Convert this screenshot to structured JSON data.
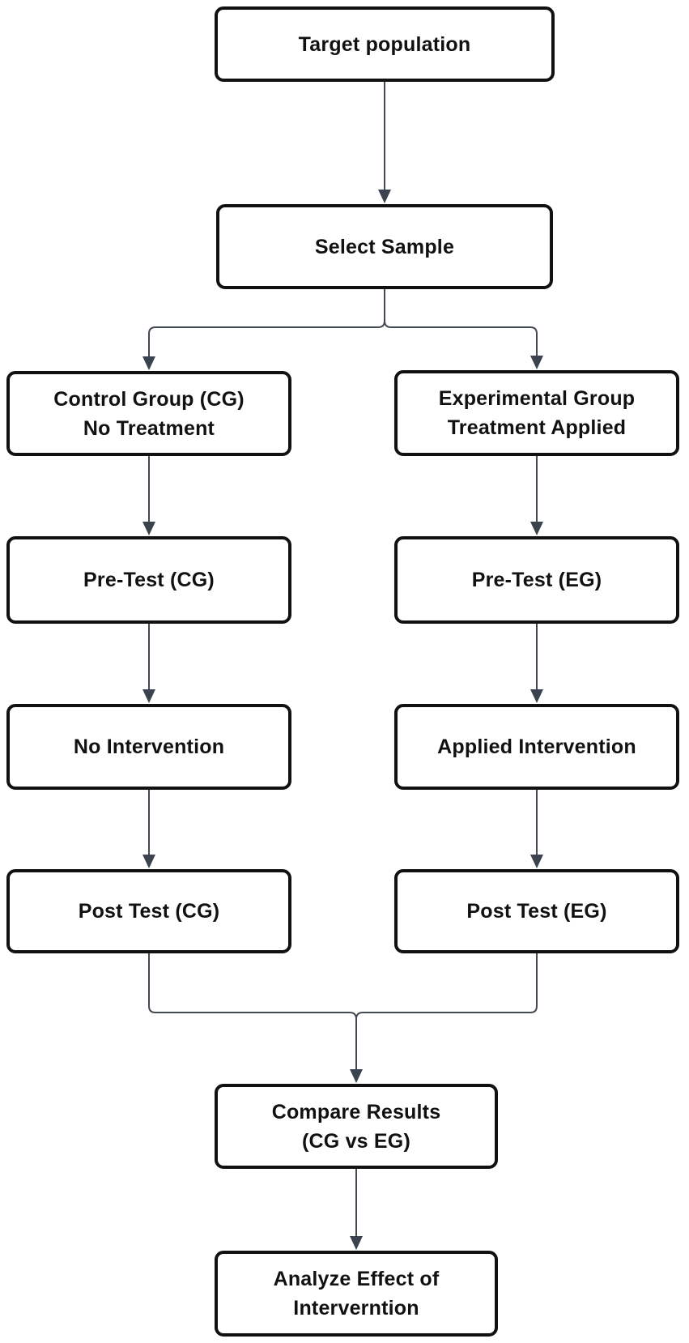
{
  "colors": {
    "background": "#ffffff",
    "box_border": "#111111",
    "box_fill": "#ffffff",
    "text": "#111111",
    "connector": "#434a54",
    "arrowhead": "#3b434e"
  },
  "nodes": {
    "target": {
      "line1": "Target population"
    },
    "select": {
      "line1": "Select Sample"
    },
    "control": {
      "line1": "Control Group (CG)",
      "line2": "No Treatment"
    },
    "experimental": {
      "line1": "Experimental Group",
      "line2": "Treatment Applied"
    },
    "pretest_cg": {
      "line1": "Pre-Test (CG)"
    },
    "pretest_eg": {
      "line1": "Pre-Test (EG)"
    },
    "no_intervention": {
      "line1": "No Intervention"
    },
    "applied_intervention": {
      "line1": "Applied Intervention"
    },
    "posttest_cg": {
      "line1": "Post Test (CG)"
    },
    "posttest_eg": {
      "line1": "Post Test (EG)"
    },
    "compare": {
      "line1": "Compare Results",
      "line2": "(CG vs EG)"
    },
    "analyze": {
      "line1": "Analyze Effect of",
      "line2": "Interverntion"
    }
  }
}
